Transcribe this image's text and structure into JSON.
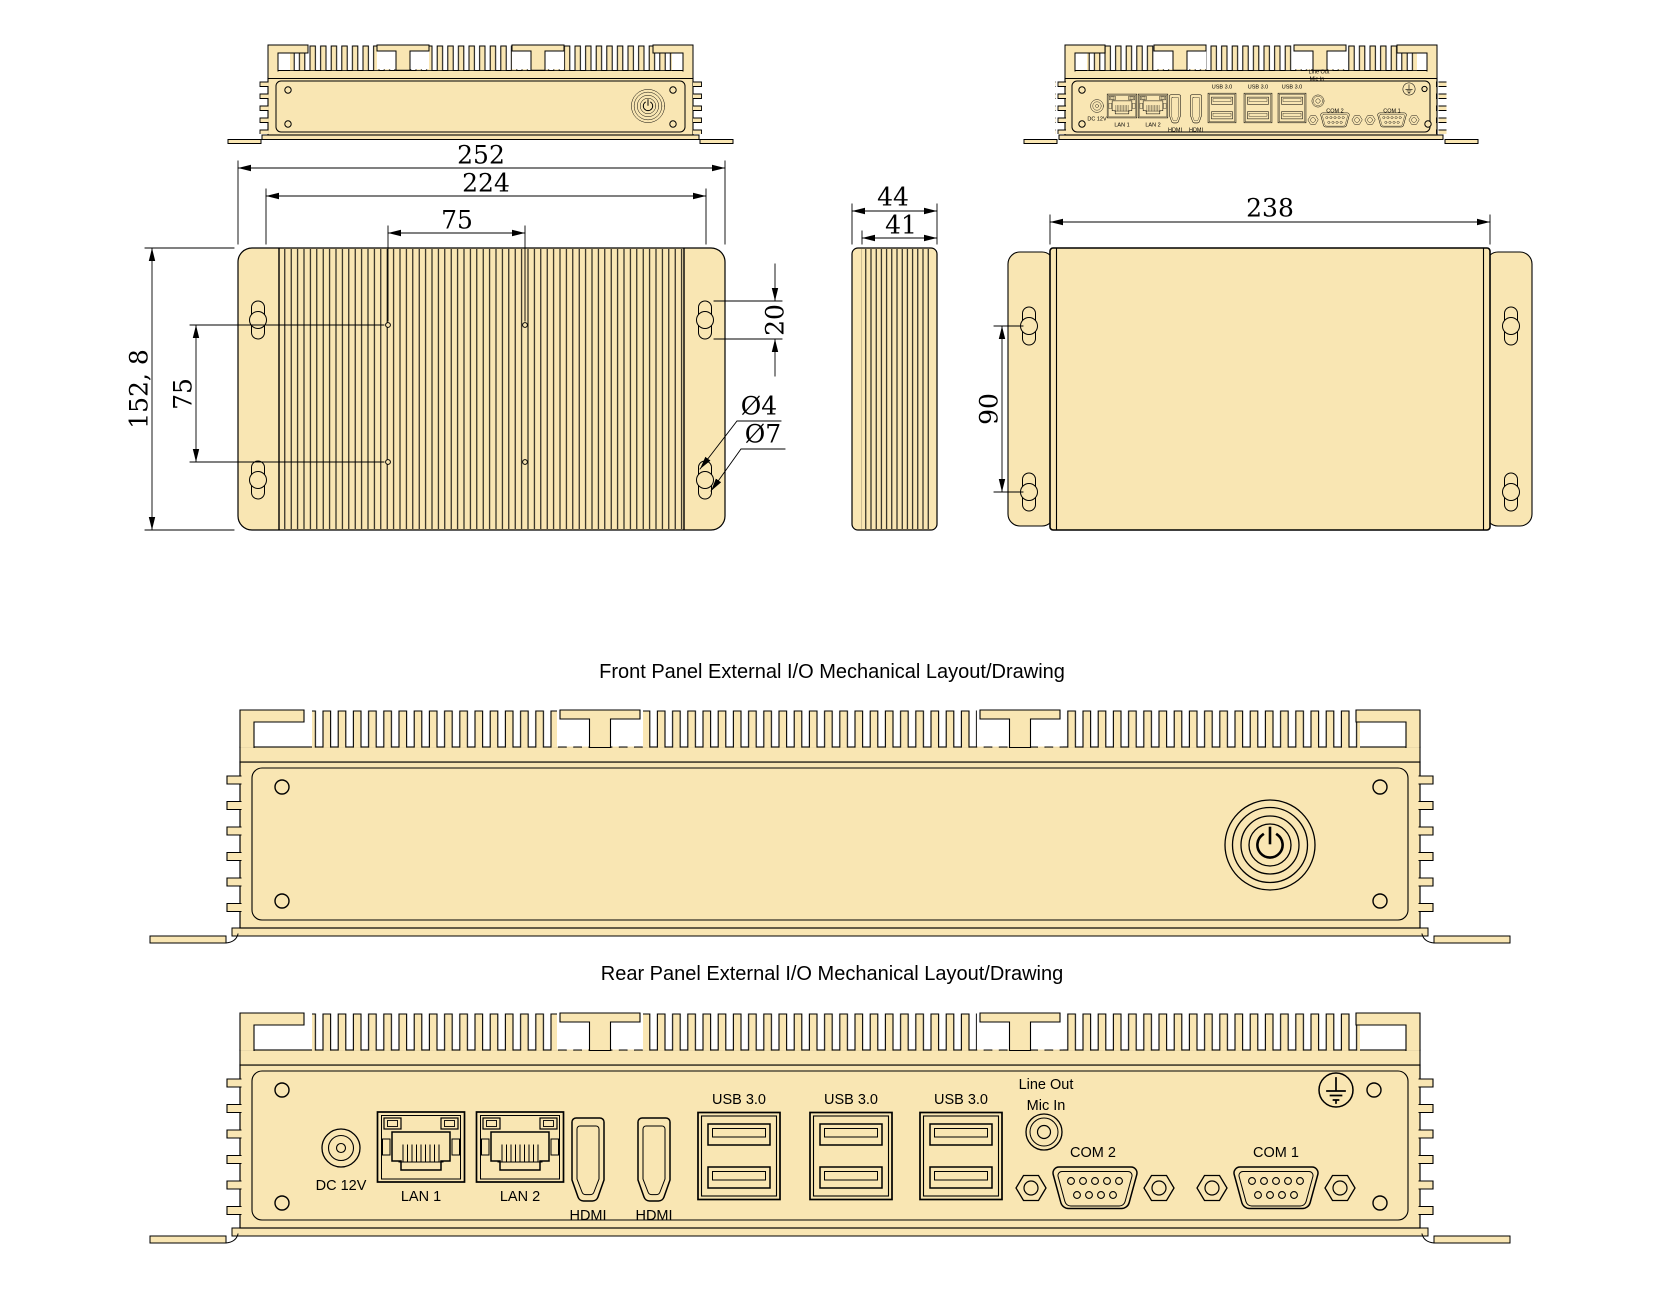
{
  "page": {
    "background": "#ffffff",
    "drawing_fill": "#f9e6b3",
    "line_color": "#000000"
  },
  "titles": {
    "front": "Front Panel External I/O Mechanical Layout/Drawing",
    "rear": "Rear Panel External I/O Mechanical Layout/Drawing"
  },
  "dimensions": {
    "overall_width": "252",
    "mount_hole_spacing_h": "224",
    "inner_hole_spacing_h": "75",
    "overall_depth": "152, 8",
    "inner_hole_spacing_v": "75",
    "mount_slot_length": "20",
    "hole_dia_small": "Ø4",
    "hole_dia_large": "Ø7",
    "side_height_outer": "44",
    "side_height_inner": "41",
    "bottom_width": "238",
    "bottom_hole_spacing": "90"
  },
  "ports": {
    "dc_power": "DC 12V",
    "lan1": "LAN 1",
    "lan2": "LAN 2",
    "hdmi": "HDMI",
    "usb3": "USB 3.0",
    "line_out": "Line Out",
    "mic_in": "Mic In",
    "com2": "COM 2",
    "com1": "COM 1"
  }
}
